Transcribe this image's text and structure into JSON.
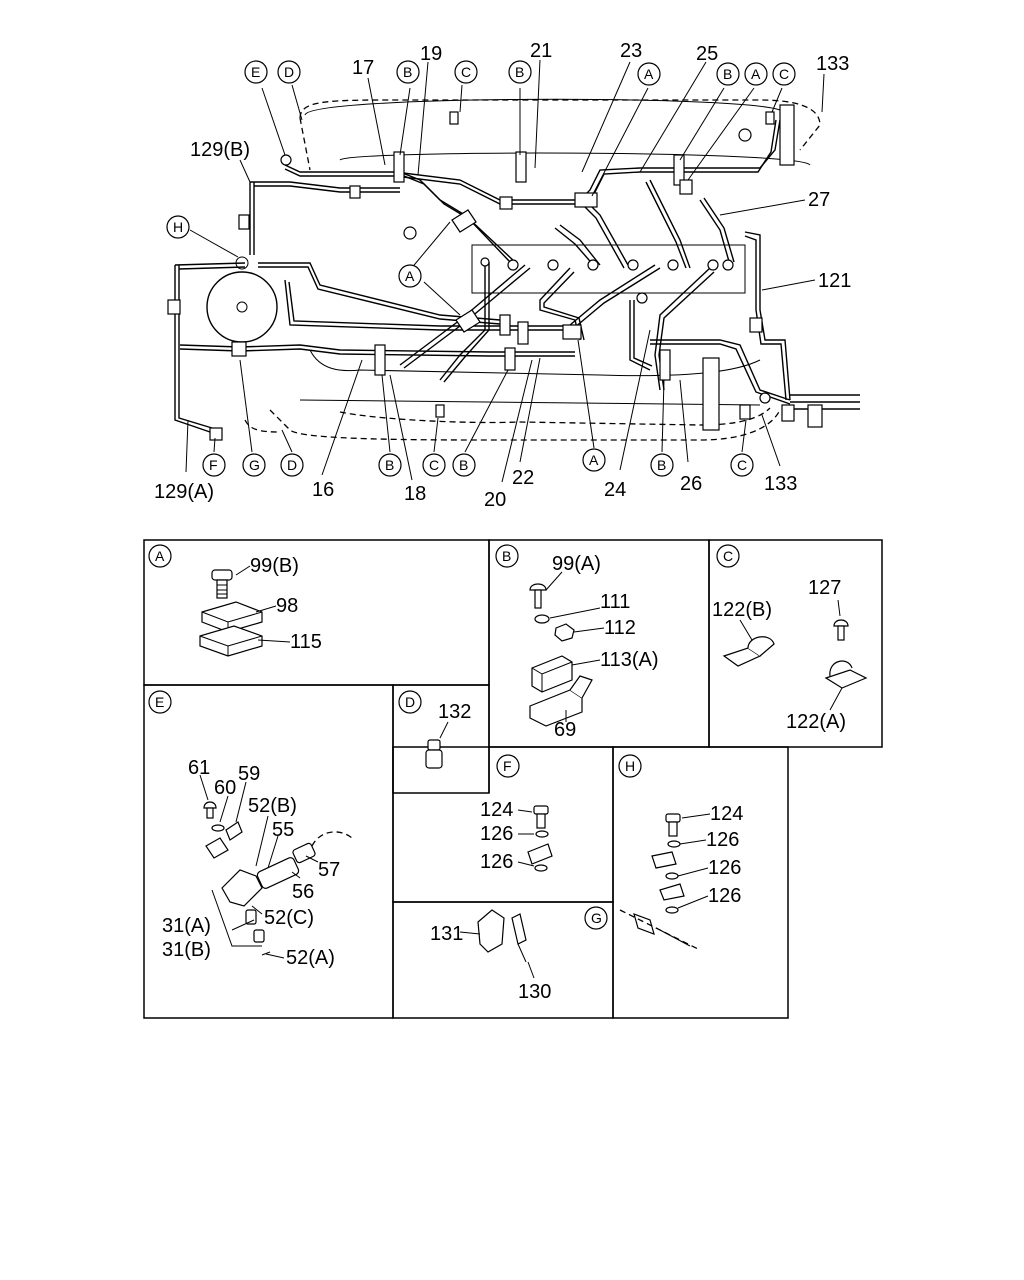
{
  "main_diagram": {
    "callouts": {
      "l17": "17",
      "l19": "19",
      "l21": "21",
      "l23": "23",
      "l25": "25",
      "l133a": "133",
      "l129b": "129(B)",
      "l27": "27",
      "l121": "121",
      "l129a": "129(A)",
      "l16": "16",
      "l18": "18",
      "l20": "20",
      "l22": "22",
      "l24": "24",
      "l26": "26",
      "l133b": "133"
    },
    "circles": {
      "E": "E",
      "D": "D",
      "B": "B",
      "C": "C",
      "A": "A",
      "H": "H",
      "F": "F",
      "G": "G"
    }
  },
  "panels": {
    "A": {
      "letter": "A",
      "labels": [
        "99(B)",
        "98",
        "115"
      ]
    },
    "B": {
      "letter": "B",
      "labels": [
        "99(A)",
        "111",
        "112",
        "113(A)",
        "69"
      ]
    },
    "C": {
      "letter": "C",
      "labels": [
        "122(B)",
        "127",
        "122(A)"
      ]
    },
    "D": {
      "letter": "D",
      "labels": [
        "132"
      ]
    },
    "E": {
      "letter": "E",
      "labels": [
        "61",
        "60",
        "59",
        "52(B)",
        "55",
        "57",
        "56",
        "52(C)",
        "31(A)",
        "31(B)",
        "52(A)"
      ]
    },
    "F": {
      "letter": "F",
      "labels": [
        "124",
        "126",
        "126"
      ]
    },
    "G": {
      "letter": "G",
      "labels": [
        "131",
        "130"
      ]
    },
    "H": {
      "letter": "H",
      "labels": [
        "124",
        "126",
        "126",
        "126"
      ]
    }
  }
}
